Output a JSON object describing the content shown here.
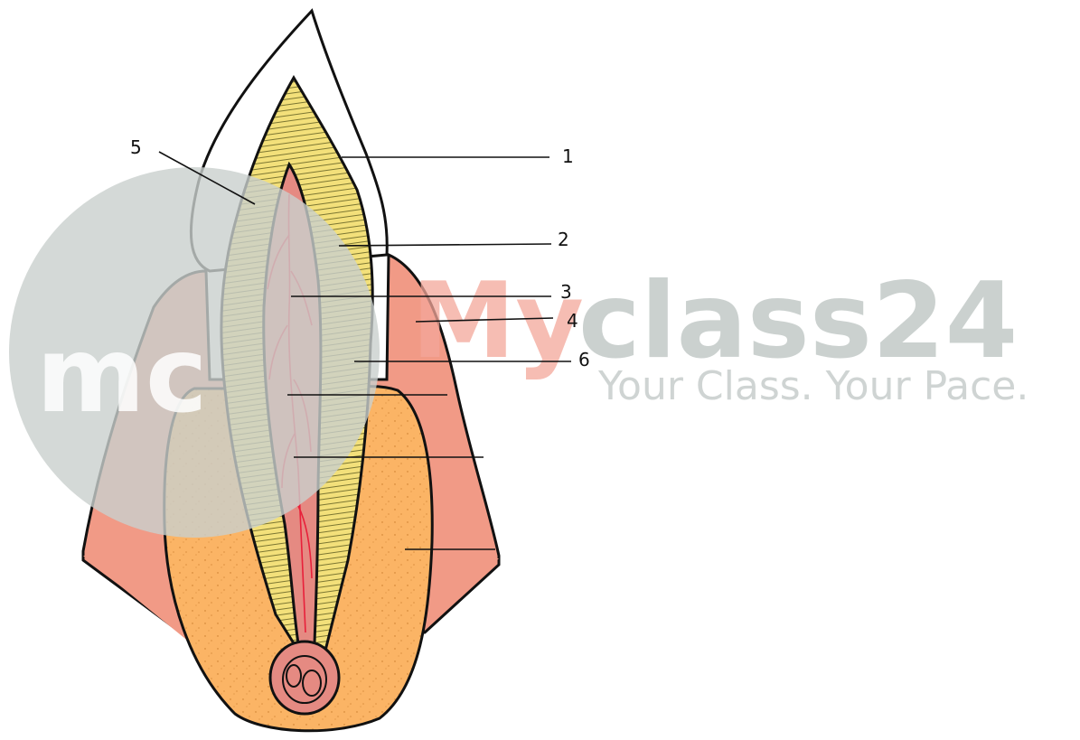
{
  "watermark": {
    "logo_text": "mc",
    "brand_part1": "My",
    "brand_part2": "class24",
    "tagline": "Your Class. Your Pace.",
    "colors": {
      "circle": "#c9cfcd",
      "my": "#f4a79a",
      "class24": "#c2c9c7",
      "tagline": "#cfd4d3"
    }
  },
  "labels": {
    "l1": "1",
    "l2": "2",
    "l3": "3",
    "l4": "4",
    "l5": "5",
    "l6": "6"
  },
  "colors": {
    "enamel": "#ffffff",
    "dentine": "#f3e07a",
    "pulp": "#e58a82",
    "gum": "#f19a86",
    "bone": "#fbb465",
    "outline": "#111111",
    "vessels": "#e8203a"
  }
}
